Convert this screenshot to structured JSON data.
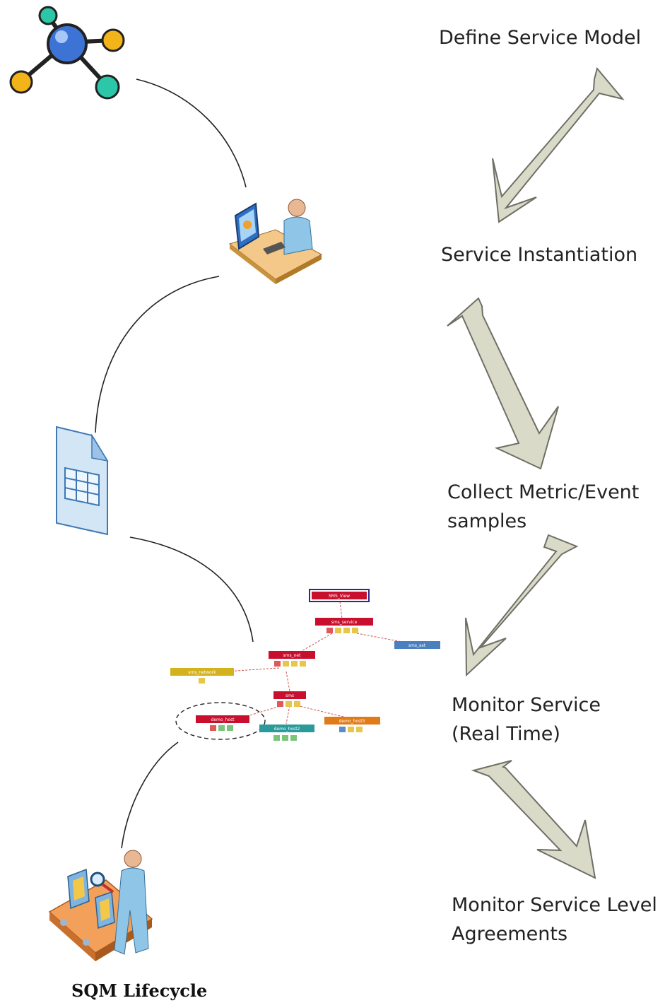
{
  "steps": [
    {
      "label": "Define Service Model"
    },
    {
      "label": "Service Instantiation"
    },
    {
      "label": "Collect Metric/Event\nsamples"
    },
    {
      "label": "Monitor Service\n(Real Time)"
    },
    {
      "label": "Monitor Service Level\nAgreements"
    }
  ],
  "caption": "SQM Lifecycle",
  "icons": [
    "molecule-icon",
    "designer-at-desk-icon",
    "spreadsheet-document-icon",
    "service-tree-graph",
    "inspector-conveyor-icon"
  ],
  "service_tree": {
    "nodes": [
      {
        "label": "SMS_View",
        "color": "#c8102e"
      },
      {
        "label": "sms_service",
        "color": "#c8102e"
      },
      {
        "label": "sms_ast",
        "color": "#4a7fc0"
      },
      {
        "label": "sms_net",
        "color": "#c8102e"
      },
      {
        "label": "sms_network",
        "color": "#d4b21e"
      },
      {
        "label": "sms",
        "color": "#c8102e"
      },
      {
        "label": "demo_host",
        "color": "#c8102e"
      },
      {
        "label": "demo_host2",
        "color": "#2a9a9a"
      },
      {
        "label": "demo_host3",
        "color": "#e07b1a"
      }
    ]
  },
  "colors": {
    "arrow_fill": "#d9dac8",
    "arrow_stroke": "#6f6f66",
    "curve": "#222222"
  }
}
